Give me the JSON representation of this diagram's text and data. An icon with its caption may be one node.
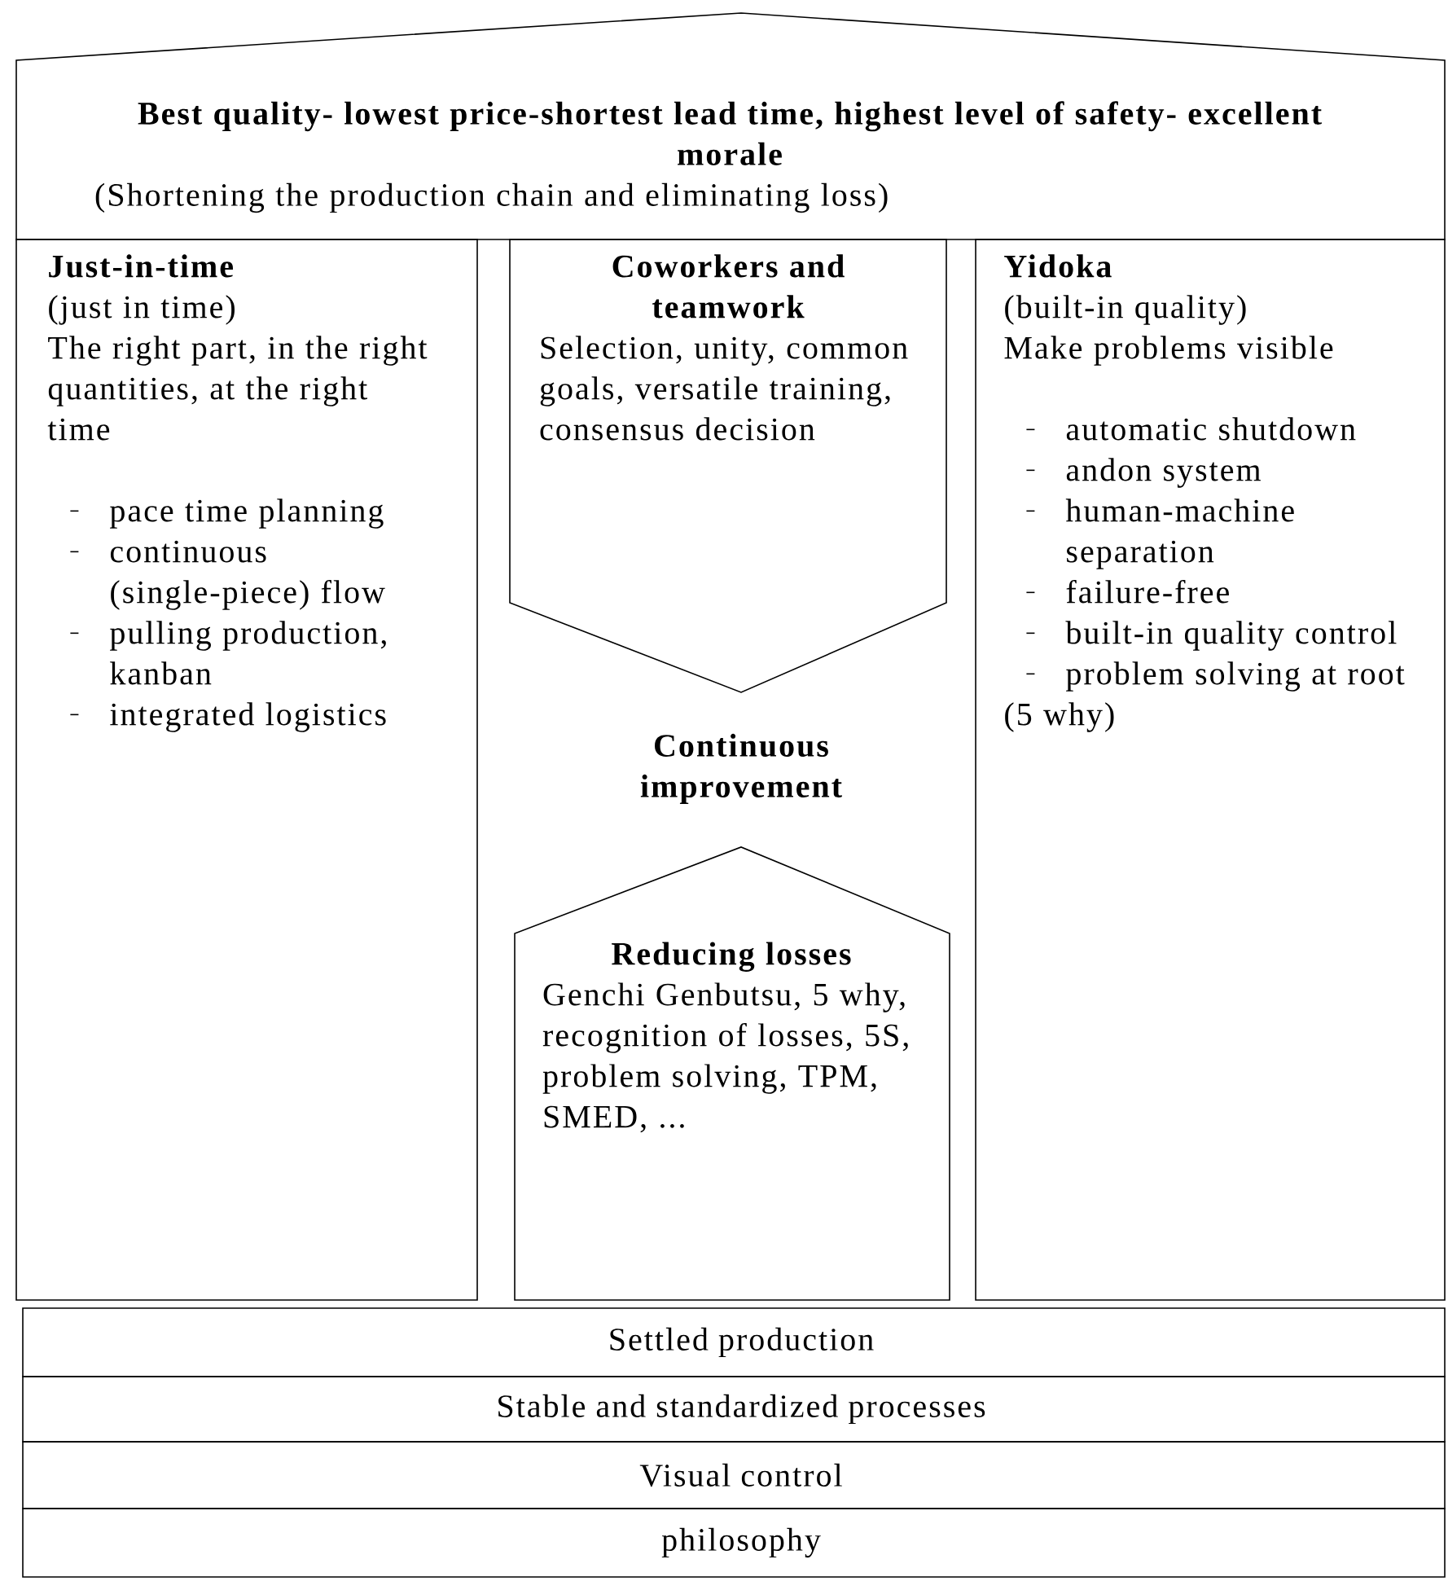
{
  "diagram": {
    "nodes": [
      {
        "text": [
          "Best quality- lowest price-shortest lead time, highest level of safety- excellent morale",
          "(Shortening the production chain and eliminating loss)"
        ]
      },
      {
        "text": [
          "Just-in-time",
          "(just in time)",
          "The right part, in the right quantities, at the right time",
          "pace time planning",
          "continuous (single-piece) flow",
          "pulling production, kanban",
          "integrated logistics"
        ]
      },
      {
        "text": [
          "Coworkers and teamwork",
          "Selection, unity, common goals, versatile training, consensus decision"
        ]
      },
      {
        "text": [
          "Reducing losses",
          "Genchi Genbutsu, 5 why, recognition of losses, 5S, problem solving, TPM, SMED, ..."
        ]
      },
      {
        "text": [
          "Yidoka",
          "(built-in quality)",
          "Make problems visible",
          "automatic shutdown",
          "andon system",
          "human-machine separation",
          "failure-free",
          "built-in quality control",
          "problem solving at root (5 why)"
        ]
      },
      {
        "text": [
          "Settled production"
        ]
      },
      {
        "text": [
          "Stable and standardized processes"
        ]
      },
      {
        "text": [
          "Visual control"
        ]
      },
      {
        "text": [
          "philosophy"
        ]
      }
    ],
    "labels": [
      "Continuous improvement"
    ]
  }
}
